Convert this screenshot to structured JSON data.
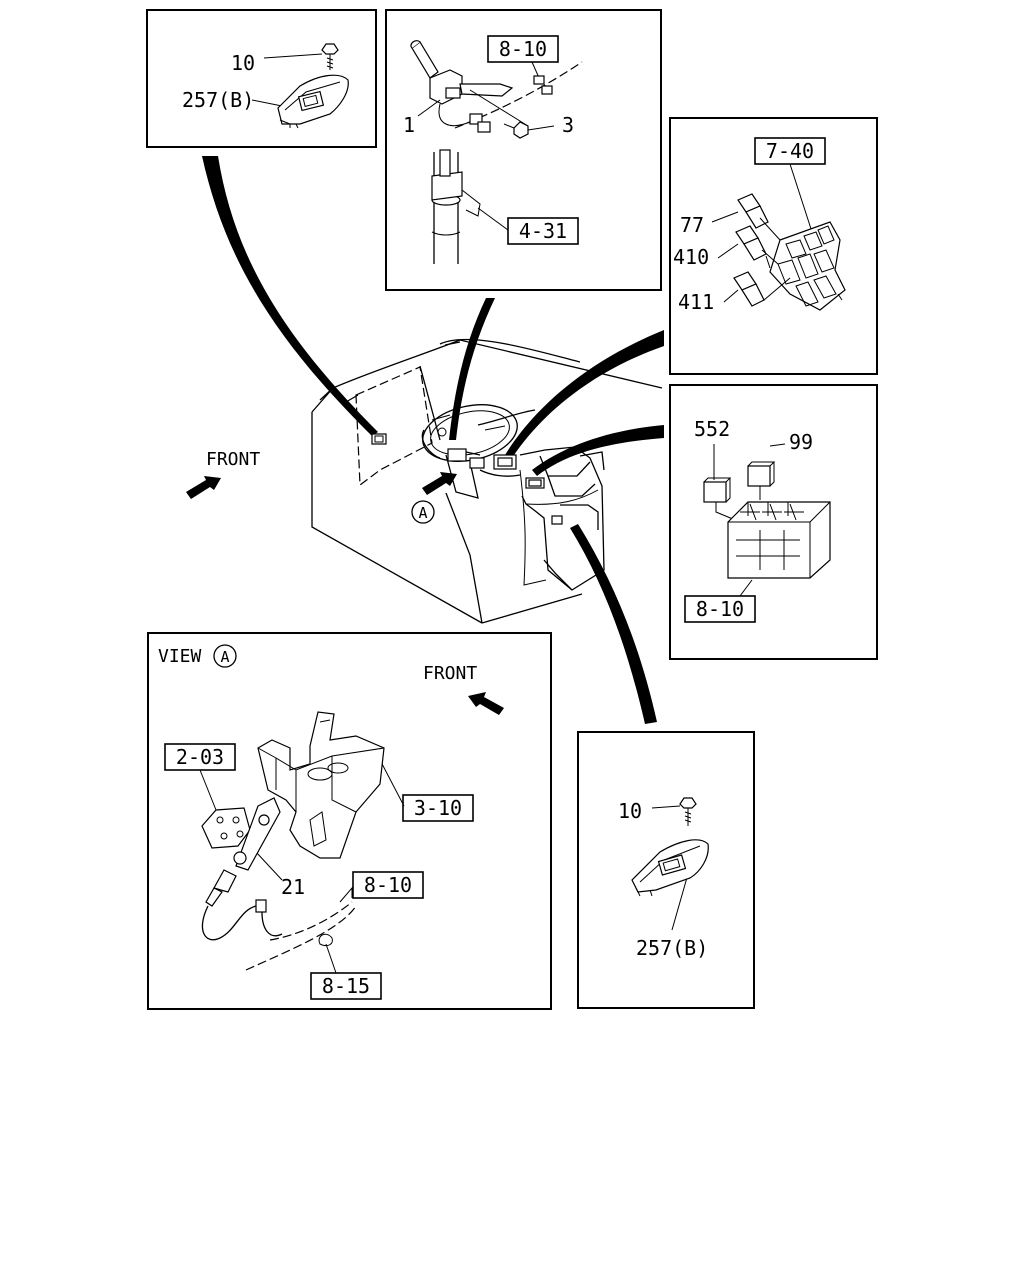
{
  "panels": {
    "top_left": {
      "part_10": "10",
      "part_257b": "257(B)"
    },
    "top_center": {
      "ref_8_10": "8-10",
      "part_1": "1",
      "part_3": "3",
      "ref_4_31": "4-31"
    },
    "right_upper": {
      "ref_7_40": "7-40",
      "part_77": "77",
      "part_410": "410",
      "part_411": "411"
    },
    "right_middle": {
      "part_552": "552",
      "part_99": "99",
      "ref_8_10": "8-10"
    },
    "view_a": {
      "title": "VIEW",
      "marker": "A",
      "front": "FRONT",
      "ref_2_03": "2-03",
      "ref_3_10": "3-10",
      "part_21": "21",
      "ref_8_10": "8-10",
      "ref_8_15": "8-15"
    },
    "bottom_right": {
      "part_10": "10",
      "part_257b": "257(B)"
    }
  },
  "main": {
    "front": "FRONT",
    "marker": "A"
  }
}
